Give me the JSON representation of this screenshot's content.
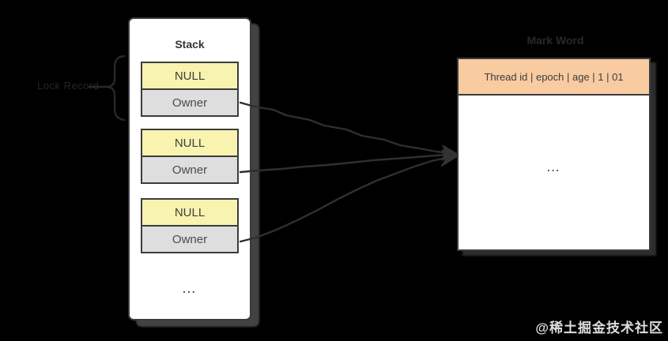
{
  "stack": {
    "title": "Stack",
    "frames": [
      {
        "top": "NULL",
        "bottom": "Owner"
      },
      {
        "top": "NULL",
        "bottom": "Owner"
      },
      {
        "top": "NULL",
        "bottom": "Owner"
      }
    ],
    "ellipsis": "..."
  },
  "annotation": {
    "label": "Lock Record"
  },
  "object": {
    "title": "Mark Word",
    "header": "Thread id | epoch |  age | 1 | 01",
    "ellipsis": "..."
  },
  "watermark": "@稀土掘金技术社区",
  "colors": {
    "background": "#000000",
    "panel": "#ffffff",
    "border": "#3c3c3c",
    "null_cell": "#f8f3af",
    "owner_cell": "#dedede",
    "header_cell": "#f8cba1",
    "arrow": "#2f2f2f",
    "annotation_text": "#262626"
  }
}
